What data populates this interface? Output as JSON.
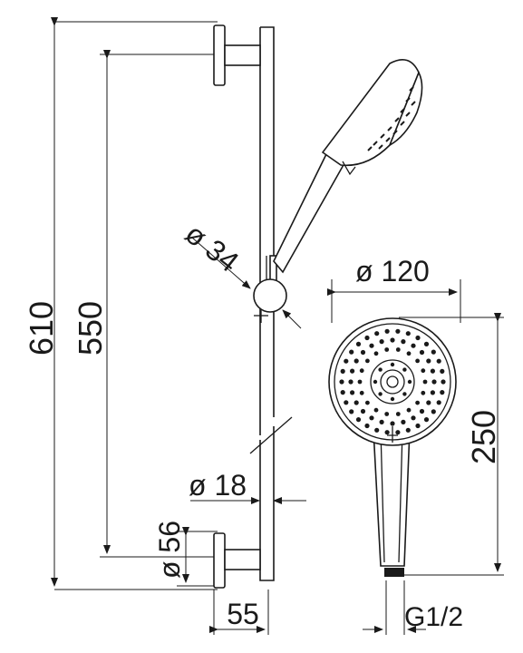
{
  "dimensions": {
    "total_height": "610",
    "bracket_spacing": "550",
    "handle_diameter": "ø 34",
    "head_diameter": "ø 120",
    "head_height": "250",
    "rail_diameter": "ø 18",
    "bracket_diameter": "ø 56",
    "bracket_offset": "55",
    "connection_thread": "G1/2"
  },
  "colors": {
    "line": "#1a1a1a",
    "background": "#ffffff"
  }
}
